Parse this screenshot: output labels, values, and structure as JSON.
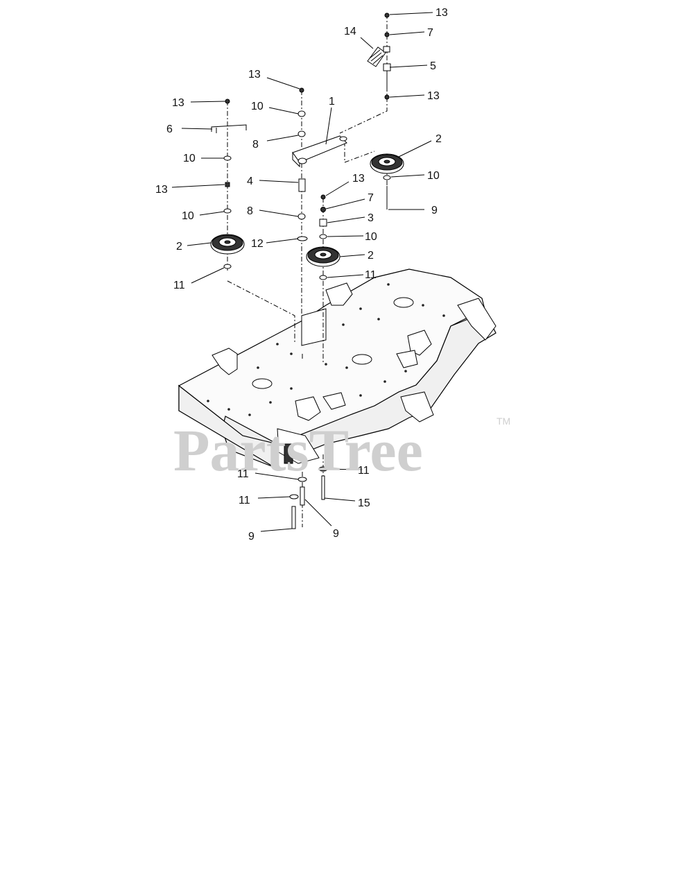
{
  "watermark": {
    "text": "PartsTree",
    "trademark": "TM"
  },
  "callouts": [
    {
      "id": "c13a",
      "text": "13"
    },
    {
      "id": "c7a",
      "text": "7"
    },
    {
      "id": "c14",
      "text": "14"
    },
    {
      "id": "c5",
      "text": "5"
    },
    {
      "id": "c13b",
      "text": "13"
    },
    {
      "id": "c13c",
      "text": "13"
    },
    {
      "id": "c1",
      "text": "1"
    },
    {
      "id": "c10a",
      "text": "10"
    },
    {
      "id": "c13d",
      "text": "13"
    },
    {
      "id": "c6",
      "text": "6"
    },
    {
      "id": "c8a",
      "text": "8"
    },
    {
      "id": "c2a",
      "text": "2"
    },
    {
      "id": "c10b",
      "text": "10"
    },
    {
      "id": "c10c",
      "text": "10"
    },
    {
      "id": "c4",
      "text": "4"
    },
    {
      "id": "c13e",
      "text": "13"
    },
    {
      "id": "c13f",
      "text": "13"
    },
    {
      "id": "c7b",
      "text": "7"
    },
    {
      "id": "c9a",
      "text": "9"
    },
    {
      "id": "c10d",
      "text": "10"
    },
    {
      "id": "c8b",
      "text": "8"
    },
    {
      "id": "c3",
      "text": "3"
    },
    {
      "id": "c10e",
      "text": "10"
    },
    {
      "id": "c2b",
      "text": "2"
    },
    {
      "id": "c12",
      "text": "12"
    },
    {
      "id": "c2c",
      "text": "2"
    },
    {
      "id": "c11a",
      "text": "11"
    },
    {
      "id": "c11b",
      "text": "11"
    },
    {
      "id": "c11c",
      "text": "11"
    },
    {
      "id": "c11d",
      "text": "11"
    },
    {
      "id": "c11e",
      "text": "11"
    },
    {
      "id": "c15",
      "text": "15"
    },
    {
      "id": "c9b",
      "text": "9"
    },
    {
      "id": "c9c",
      "text": "9"
    }
  ]
}
